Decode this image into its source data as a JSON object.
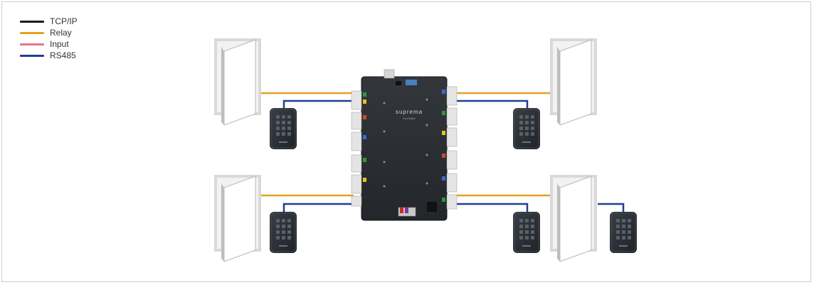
{
  "legend": [
    {
      "label": "TCP/IP",
      "color": "#1a1a1a"
    },
    {
      "label": "Relay",
      "color": "#e8a020"
    },
    {
      "label": "Input",
      "color": "#e07a8a"
    },
    {
      "label": "RS485",
      "color": "#1f3f8f"
    }
  ],
  "controller": {
    "brand": "suprema",
    "model": "CoreStation"
  },
  "colors": {
    "relay": "#e8a020",
    "rs485": "#1f3f8f",
    "door_frame": "#d8d8d8",
    "door_leaf": "#ffffff",
    "controller_board": "#2a2d30",
    "reader_body": "#2b2f35"
  },
  "doors": [
    {
      "id": "door-top-left"
    },
    {
      "id": "door-top-right"
    },
    {
      "id": "door-bottom-left"
    },
    {
      "id": "door-bottom-right"
    }
  ],
  "readers": [
    {
      "id": "reader-top-left"
    },
    {
      "id": "reader-top-right"
    },
    {
      "id": "reader-bottom-left"
    },
    {
      "id": "reader-bottom-right-inner"
    },
    {
      "id": "reader-bottom-right-outer"
    }
  ]
}
